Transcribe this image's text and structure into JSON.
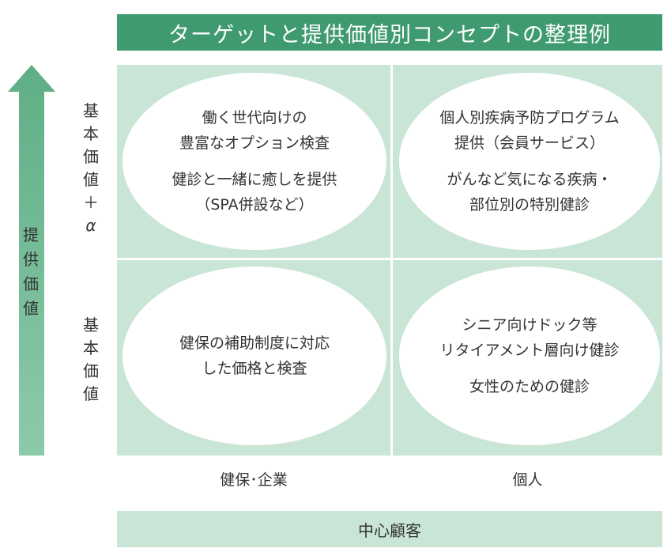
{
  "title": "ターゲットと提供価値別コンセプトの整理例",
  "axis_y": {
    "label_chars": [
      "提",
      "供",
      "価",
      "値"
    ],
    "top_row_chars": [
      "基",
      "本",
      "価",
      "値",
      "＋",
      "α"
    ],
    "bottom_row_chars": [
      "基",
      "本",
      "価",
      "値"
    ]
  },
  "cells": {
    "top_left": {
      "lines_a": [
        "働く世代向けの",
        "豊富なオプション検査"
      ],
      "lines_b": [
        "健診と一緒に癒しを提供",
        "（SPA併設など）"
      ]
    },
    "top_right": {
      "lines_a": [
        "個人別疾病予防プログラム",
        "提供（会員サービス）"
      ],
      "lines_b": [
        "がんなど気になる疾病・",
        "部位別の特別健診"
      ]
    },
    "bottom_left": {
      "lines_a": [
        "健保の補助制度に対応",
        "した価格と検査"
      ]
    },
    "bottom_right": {
      "lines_a": [
        "シニア向けドック等",
        "リタイアメント層向け健診"
      ],
      "lines_b": [
        "女性のための健診"
      ]
    }
  },
  "axis_x": {
    "left_label": "健保･企業",
    "right_label": "個人",
    "footer": "中心顧客"
  },
  "colors": {
    "title_bg": "#3f9b6f",
    "grid_bg": "#c9e5d5",
    "arrow_fill": "#6dbb93"
  }
}
